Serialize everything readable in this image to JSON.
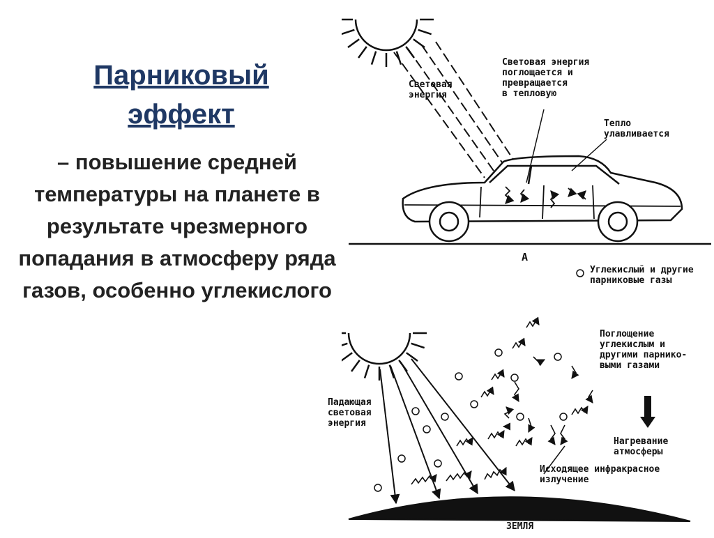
{
  "slide": {
    "title": "Парниковый эффект",
    "definition": "– повышение средней температуры на планете в результате чрезмерного попадания в атмосферу ряда газов, особенно углекислого"
  },
  "diagram_a": {
    "panel_label": "А",
    "label_light_energy": "Световая\nэнергия",
    "label_absorbed": "Световая энергия\nпоглощается и\nпревращается\nв тепловую",
    "label_heat_trapped": "Тепло\nулавливается"
  },
  "diagram_b": {
    "legend_gases": "Углекислый и другие\nпарниковые газы",
    "label_incoming": "Падающая\nсветовая\nэнергия",
    "label_absorption": "Поглощение\nуглекислым и\nдругими парнико-\nвыми газами",
    "label_heating": "Нагревание\nатмосферы",
    "label_outgoing_ir": "Исходящее инфракрасное\nизлучение",
    "label_earth": "ЗЕМЛЯ"
  }
}
